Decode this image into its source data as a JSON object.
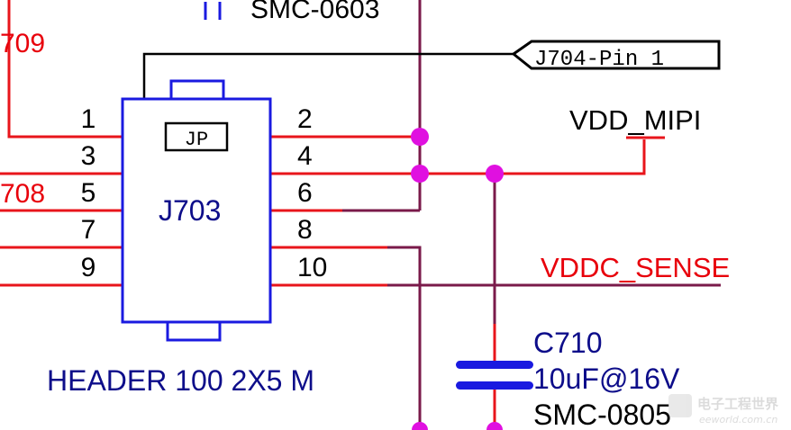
{
  "colors": {
    "wire_red": "#e8151b",
    "wire_maroon": "#7a1a4a",
    "wire_black": "#000000",
    "component_blue": "#1a1ae0",
    "text_blue": "#0d0d8a",
    "text_red": "#e8000b",
    "junction_magenta": "#e010e0"
  },
  "top_labels": {
    "smc_top": "SMC-0603",
    "net_709": "709",
    "net_708": "708"
  },
  "header": {
    "refdes": "J703",
    "description": "HEADER 100 2X5 M",
    "pins_left": [
      "1",
      "3",
      "5",
      "7",
      "9"
    ],
    "pins_right": [
      "2",
      "4",
      "6",
      "8",
      "10"
    ]
  },
  "jumper": {
    "label": "JP"
  },
  "port": {
    "label": "J704-Pin 1"
  },
  "nets": {
    "vdd_mipi": "VDD_MIPI",
    "vddc_sense": "VDDC_SENSE"
  },
  "capacitor": {
    "refdes": "C710",
    "value": "10uF@16V",
    "package": "SMC-0805"
  },
  "watermark": {
    "cn": "电子工程世界",
    "en": "eeworld.com.cn"
  }
}
